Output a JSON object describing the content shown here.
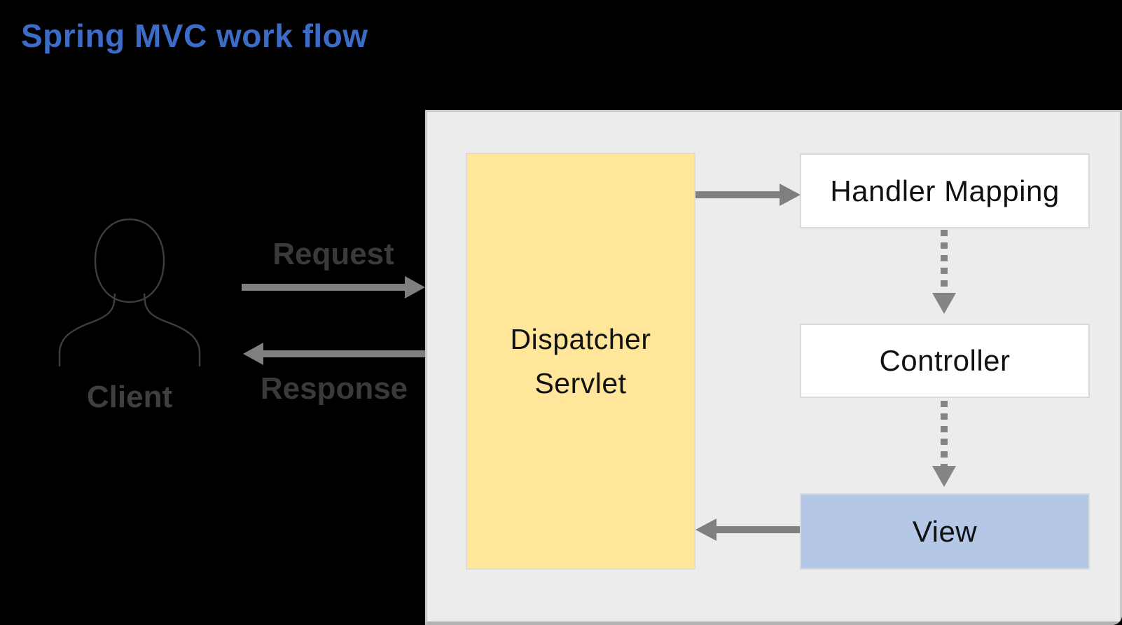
{
  "title": {
    "text": "Spring MVC work flow"
  },
  "client": {
    "label": "Client",
    "icon": "person-icon"
  },
  "flow_labels": {
    "request": "Request",
    "response": "Response"
  },
  "nodes": {
    "dispatcher_servlet": {
      "label": "Dispatcher Servlet",
      "fill": "#FFE69B"
    },
    "handler_mapping": {
      "label": "Handler Mapping",
      "fill": "#FFFFFF"
    },
    "controller": {
      "label": "Controller",
      "fill": "#FFFFFF"
    },
    "view": {
      "label": "View",
      "fill": "#B4C7E7"
    }
  },
  "edges": [
    {
      "from": "Client",
      "to": "Dispatcher Servlet",
      "label": "Request",
      "style": "solid"
    },
    {
      "from": "Dispatcher Servlet",
      "to": "Client",
      "label": "Response",
      "style": "solid"
    },
    {
      "from": "Dispatcher Servlet",
      "to": "Handler Mapping",
      "label": "",
      "style": "solid"
    },
    {
      "from": "Handler Mapping",
      "to": "Controller",
      "label": "",
      "style": "dashed"
    },
    {
      "from": "Controller",
      "to": "View",
      "label": "",
      "style": "dashed"
    },
    {
      "from": "View",
      "to": "Dispatcher Servlet",
      "label": "",
      "style": "solid"
    }
  ],
  "colors": {
    "background": "#000000",
    "title_blue": "#3D6CC8",
    "panel_fill": "#ECECEC",
    "panel_border": "#C9C9C9",
    "panel_border_bottom": "#B3B3B3",
    "dispatcher_fill": "#FFE69B",
    "dispatcher_border": "#DCDCDC",
    "node_fill": "#FFFFFF",
    "node_border": "#D9D9D9",
    "view_fill": "#B4C7E7",
    "arrow_gray": "#7F7F7F",
    "dash_gray": "#858585",
    "label_gray": "#3A3A3A",
    "node_text": "#111111"
  }
}
